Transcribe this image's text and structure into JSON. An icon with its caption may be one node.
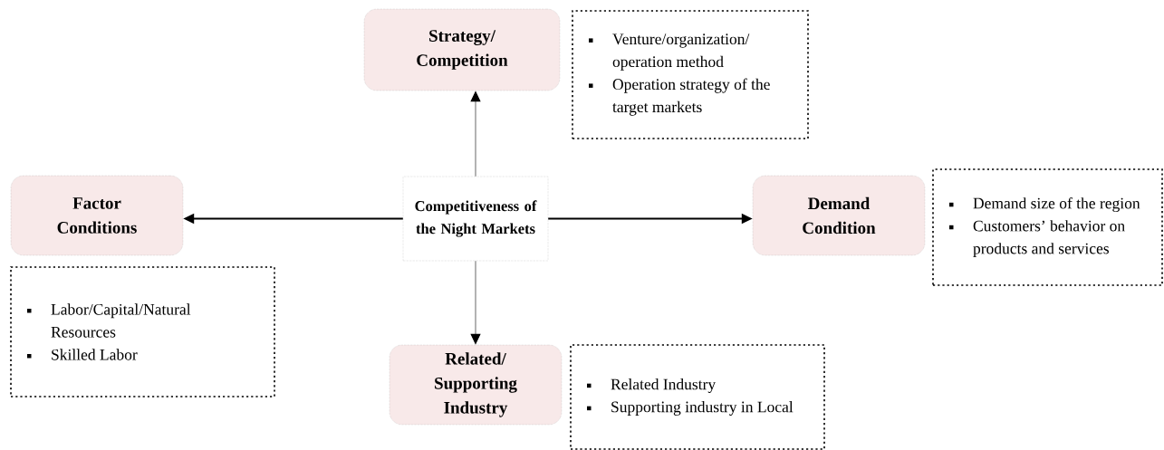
{
  "diagram": {
    "nodes": [
      {
        "text": [
          "Strategy/ Competition"
        ]
      },
      {
        "text": [
          "Venture/organization/ operation method",
          "Operation strategy of the target markets"
        ]
      },
      {
        "text": [
          "Demand size of the region",
          "Customers’ behavior on products and services"
        ]
      },
      {
        "text": [
          "Factor Conditions"
        ]
      },
      {
        "text": [
          "Competitiveness of the Night Markets"
        ]
      },
      {
        "text": [
          "Demand Condition"
        ]
      },
      {
        "text": [
          "Labor/Capital/Natural Resources",
          "Skilled Labor"
        ]
      },
      {
        "text": [
          "Related/ Supporting Industry"
        ]
      },
      {
        "text": [
          "Related Industry",
          "Supporting industry in Local"
        ]
      }
    ],
    "edges": [
      {
        "from": 4,
        "to": 0,
        "arrow": "to",
        "color": "#808080"
      },
      {
        "from": 4,
        "to": 3,
        "arrow": "to",
        "color": "#000000"
      },
      {
        "from": 4,
        "to": 5,
        "arrow": "to",
        "color": "#000000"
      },
      {
        "from": 4,
        "to": 7,
        "arrow": "to",
        "color": "#808080"
      }
    ]
  }
}
